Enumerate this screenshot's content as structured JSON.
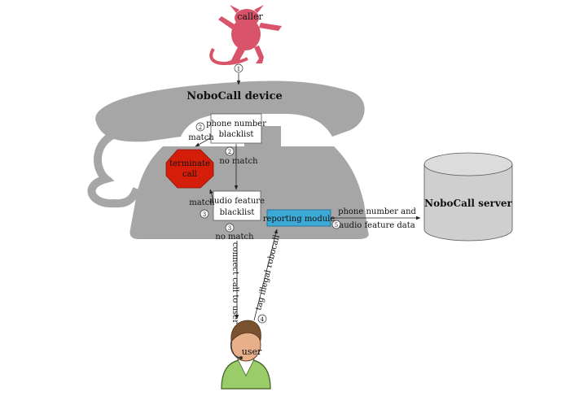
{
  "title": "NoboCall device",
  "caller": "caller",
  "user": "user",
  "boxes": {
    "phone_blacklist": [
      "phone number",
      "blacklist"
    ],
    "audio_blacklist": [
      "audio feature",
      "blacklist"
    ],
    "terminate": [
      "terminate",
      "call"
    ],
    "reporting": "reporting module",
    "server": "NoboCall server"
  },
  "labels": {
    "match1": "match",
    "match2": "match",
    "no_match1": "no match",
    "no_match2": "no match",
    "connect": "connect call to user",
    "tag": "tag illegal robocall",
    "server_data": [
      "phone number and",
      "audio feature data"
    ]
  },
  "steps": {
    "s1": "1",
    "s2a": "2",
    "s2b": "2",
    "s3a": "3",
    "s3b": "3",
    "s4": "4",
    "s5": "5"
  },
  "colors": {
    "phone": "#a6a6a6",
    "devil": "#d9536a",
    "terminate": "#d41e0a",
    "reporting": "#3da9d6",
    "cylinder": "#cfcfcf",
    "user_shirt": "#9acd6a",
    "user_face": "#e8b08a",
    "user_hair": "#7a5230"
  }
}
